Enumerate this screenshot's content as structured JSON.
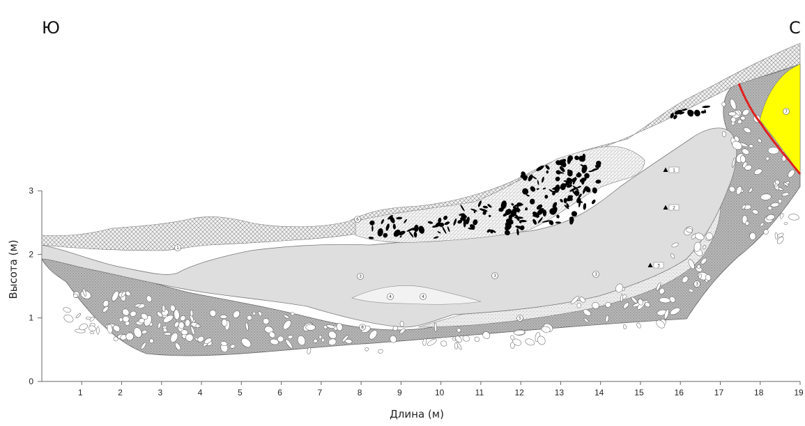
{
  "directions": {
    "left": "Ю",
    "right": "С"
  },
  "axes": {
    "xlabel": "Длина (м)",
    "ylabel": "Высота (м)",
    "x_ticks": [
      "1",
      "2",
      "3",
      "4",
      "5",
      "6",
      "7",
      "8",
      "9",
      "10",
      "11",
      "12",
      "13",
      "14",
      "15",
      "16",
      "17",
      "18",
      "19"
    ],
    "y_ticks": [
      "0",
      "1",
      "2",
      "3"
    ],
    "xlim": [
      0,
      19
    ],
    "ylim": [
      0,
      3
    ]
  },
  "layer_markers": [
    "1",
    "3",
    "3",
    "3",
    "3",
    "4",
    "4",
    "5",
    "6",
    "7",
    "8"
  ],
  "sample_markers": [
    "1",
    "2",
    "3"
  ],
  "colors": {
    "fill_layer": "#dedede",
    "rubble": "#b9b9b9",
    "yellow_layer": "#ffff00",
    "boundary": "#e0201e",
    "stone": "#000000"
  }
}
